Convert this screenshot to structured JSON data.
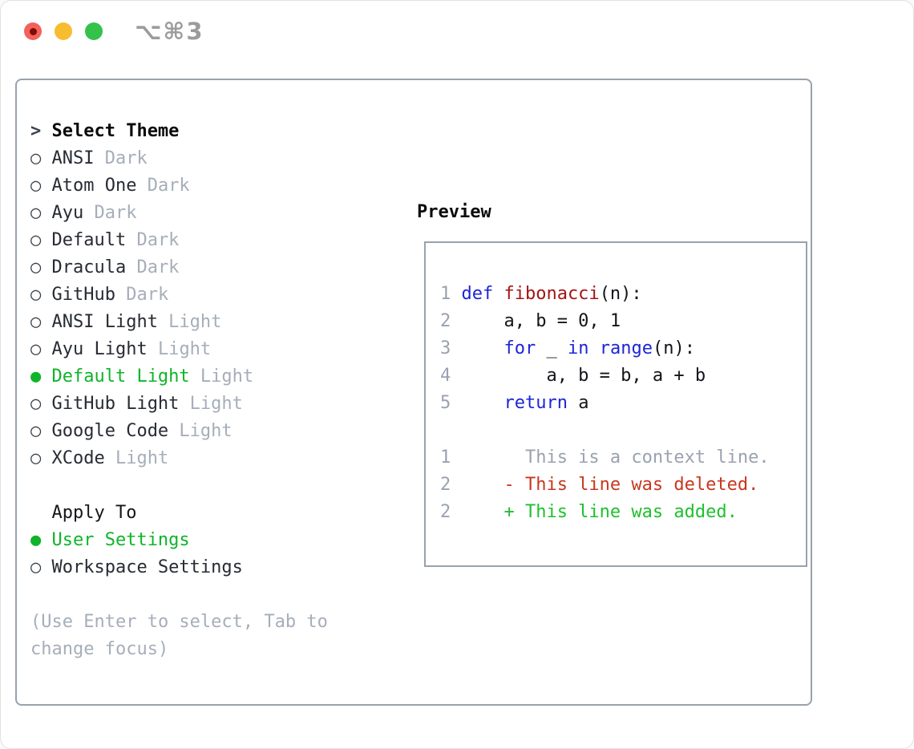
{
  "window": {
    "shortcut": "⌥⌘3",
    "traffic_lights": [
      {
        "name": "close",
        "color": "#f4605a",
        "has_dot": true
      },
      {
        "name": "minimize",
        "color": "#f7bd30",
        "has_dot": false
      },
      {
        "name": "zoom",
        "color": "#33c24a",
        "has_dot": false
      }
    ]
  },
  "theme_panel": {
    "pointer": ">",
    "title": "Select Theme",
    "radio_selected_glyph": "●",
    "radio_unselected_glyph": "○",
    "items": [
      {
        "name": "ANSI",
        "variant": "Dark",
        "selected": false
      },
      {
        "name": "Atom One",
        "variant": "Dark",
        "selected": false
      },
      {
        "name": "Ayu",
        "variant": "Dark",
        "selected": false
      },
      {
        "name": "Default",
        "variant": "Dark",
        "selected": false
      },
      {
        "name": "Dracula",
        "variant": "Dark",
        "selected": false
      },
      {
        "name": "GitHub",
        "variant": "Dark",
        "selected": false
      },
      {
        "name": "ANSI Light",
        "variant": "Light",
        "selected": false
      },
      {
        "name": "Ayu Light",
        "variant": "Light",
        "selected": false
      },
      {
        "name": "Default Light",
        "variant": "Light",
        "selected": true
      },
      {
        "name": "GitHub Light",
        "variant": "Light",
        "selected": false
      },
      {
        "name": "Google Code",
        "variant": "Light",
        "selected": false
      },
      {
        "name": "XCode",
        "variant": "Light",
        "selected": false
      }
    ]
  },
  "apply_panel": {
    "title": "Apply To",
    "options": [
      {
        "label": "User Settings",
        "selected": true
      },
      {
        "label": "Workspace Settings",
        "selected": false
      }
    ]
  },
  "hint": "(Use Enter to select, Tab to change focus)",
  "preview": {
    "title": "Preview",
    "rows": [
      {
        "no": "",
        "segments": []
      },
      {
        "no": "1",
        "segments": [
          {
            "t": "def ",
            "c": "kw"
          },
          {
            "t": "fibonacci",
            "c": "fn"
          },
          {
            "t": "(n):",
            "c": "plain"
          }
        ]
      },
      {
        "no": "2",
        "segments": [
          {
            "t": "    a, b = 0, 1",
            "c": "plain"
          }
        ]
      },
      {
        "no": "3",
        "segments": [
          {
            "t": "    ",
            "c": "plain"
          },
          {
            "t": "for",
            "c": "kw"
          },
          {
            "t": " _ ",
            "c": "plain"
          },
          {
            "t": "in",
            "c": "kw"
          },
          {
            "t": " ",
            "c": "plain"
          },
          {
            "t": "range",
            "c": "kw"
          },
          {
            "t": "(n):",
            "c": "plain"
          }
        ]
      },
      {
        "no": "4",
        "segments": [
          {
            "t": "        a, b = b, a + b",
            "c": "plain"
          }
        ]
      },
      {
        "no": "5",
        "segments": [
          {
            "t": "    ",
            "c": "plain"
          },
          {
            "t": "return",
            "c": "kw"
          },
          {
            "t": " a",
            "c": "plain"
          }
        ]
      },
      {
        "no": "",
        "segments": []
      },
      {
        "no": "1",
        "segments": [
          {
            "t": "      This is a context line.",
            "c": "ctx"
          }
        ]
      },
      {
        "no": "2",
        "segments": [
          {
            "t": "    - This line was deleted.",
            "c": "del"
          }
        ]
      },
      {
        "no": "2",
        "segments": [
          {
            "t": "    + This line was added.",
            "c": "add"
          }
        ]
      }
    ]
  },
  "colors": {
    "border": "#98a2ad",
    "selected_green": "#0fb42a",
    "added_green": "#1fc02d",
    "deleted_red": "#c8371f",
    "keyword_blue": "#1c26d6",
    "function_red": "#a31515",
    "muted_gray": "#a6aeba"
  }
}
